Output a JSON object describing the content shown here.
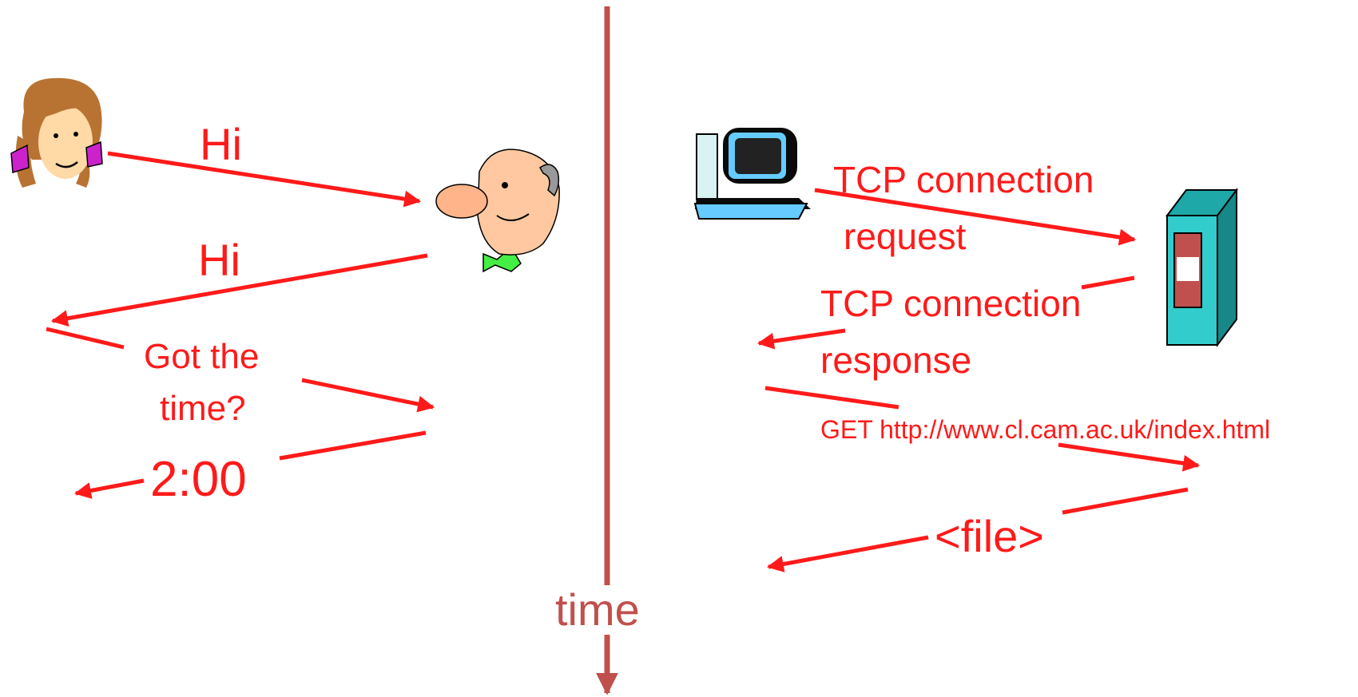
{
  "colors": {
    "message": "#ff1a1a",
    "timeline": "#c0504d",
    "server_body": "#33cccc",
    "server_slot": "#c0504d"
  },
  "time_axis": {
    "label": "time"
  },
  "human_protocol": {
    "actors": [
      {
        "name": "girl",
        "icon": "girl-cartoon-icon"
      },
      {
        "name": "man",
        "icon": "man-cartoon-icon"
      }
    ],
    "messages": [
      {
        "text": "Hi",
        "direction": "right"
      },
      {
        "text": "Hi",
        "direction": "left"
      },
      {
        "text_line1": "Got the",
        "text_line2": "time?",
        "direction": "right"
      },
      {
        "text": "2:00",
        "direction": "left"
      }
    ]
  },
  "network_protocol": {
    "actors": [
      {
        "name": "client",
        "icon": "computer-icon"
      },
      {
        "name": "server",
        "icon": "server-icon"
      }
    ],
    "messages": [
      {
        "text_line1": "TCP connection",
        "text_line2": "request",
        "direction": "right"
      },
      {
        "text_line1": "TCP connection",
        "text_line2": "response",
        "direction": "left"
      },
      {
        "text": "GET http://www.cl.cam.ac.uk/index.html",
        "direction": "right"
      },
      {
        "text": "<file>",
        "direction": "left"
      }
    ]
  }
}
